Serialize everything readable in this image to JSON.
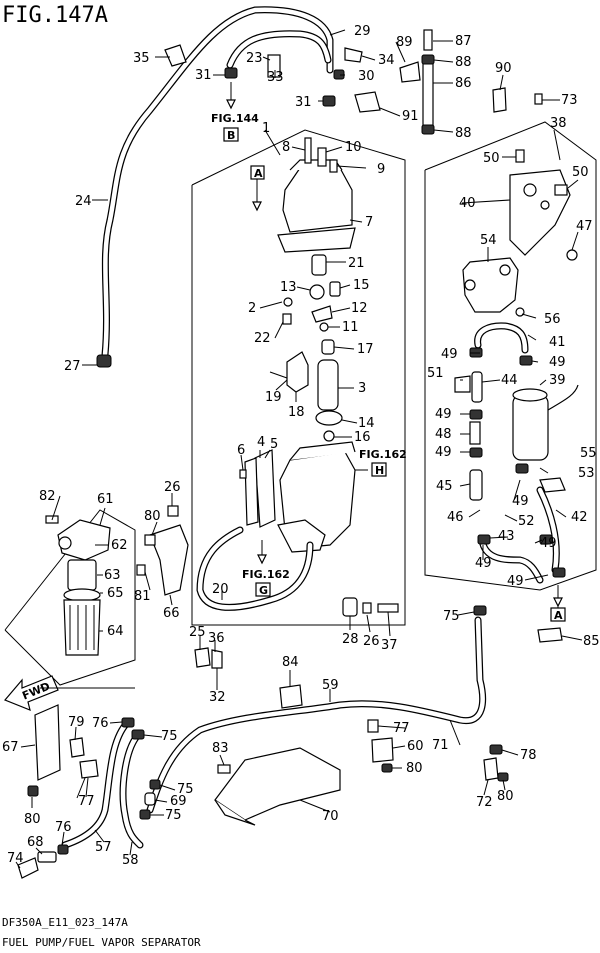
{
  "figure": {
    "title": "FIG.147A",
    "model_code": "DF350A_E11_023_147A",
    "caption": "FUEL PUMP/FUEL VAPOR SEPARATOR"
  },
  "references": {
    "fig144": "FIG.144",
    "fig162_top": "FIG.162",
    "fig162_bottom": "FIG.162",
    "box_B": "B",
    "box_H": "H",
    "box_G": "G",
    "box_A_top": "A",
    "box_A_right": "A",
    "fwd": "FWD"
  },
  "callouts": {
    "c1": "1",
    "c2": "2",
    "c3": "3",
    "c4": "4",
    "c5": "5",
    "c6": "6",
    "c7": "7",
    "c8": "8",
    "c9": "9",
    "c10": "10",
    "c11": "11",
    "c12": "12",
    "c13": "13",
    "c14": "14",
    "c15": "15",
    "c16": "16",
    "c17": "17",
    "c18": "18",
    "c19": "19",
    "c20": "20",
    "c21": "21",
    "c22": "22",
    "c23": "23",
    "c24": "24",
    "c25": "25",
    "c26a": "26",
    "c26b": "26",
    "c27": "27",
    "c28": "28",
    "c29": "29",
    "c30": "30",
    "c31a": "31",
    "c31b": "31",
    "c32": "32",
    "c33": "33",
    "c34": "34",
    "c35": "35",
    "c36": "36",
    "c37": "37",
    "c38": "38",
    "c39": "39",
    "c40": "40",
    "c41": "41",
    "c42": "42",
    "c43": "43",
    "c44": "44",
    "c45": "45",
    "c46": "46",
    "c47": "47",
    "c48": "48",
    "c49a": "49",
    "c49b": "49",
    "c49c": "49",
    "c49d": "49",
    "c49e": "49",
    "c49f": "49",
    "c49g": "49",
    "c49h": "49",
    "c50a": "50",
    "c50b": "50",
    "c51": "51",
    "c52": "52",
    "c53": "53",
    "c54": "54",
    "c55": "55",
    "c56": "56",
    "c57": "57",
    "c58": "58",
    "c59": "59",
    "c60": "60",
    "c61": "61",
    "c62": "62",
    "c63": "63",
    "c64": "64",
    "c65": "65",
    "c66": "66",
    "c67": "67",
    "c68": "68",
    "c69": "69",
    "c70": "70",
    "c71": "71",
    "c72": "72",
    "c73": "73",
    "c74": "74",
    "c75a": "75",
    "c75b": "75",
    "c75c": "75",
    "c75d": "75",
    "c76a": "76",
    "c76b": "76",
    "c77a": "77",
    "c77b": "77",
    "c78": "78",
    "c79": "79",
    "c80a": "80",
    "c80b": "80",
    "c80c": "80",
    "c80d": "80",
    "c81": "81",
    "c82": "82",
    "c83": "83",
    "c84": "84",
    "c85": "85",
    "c86": "86",
    "c87": "87",
    "c88a": "88",
    "c88b": "88",
    "c89": "89",
    "c90": "90",
    "c91": "91"
  }
}
